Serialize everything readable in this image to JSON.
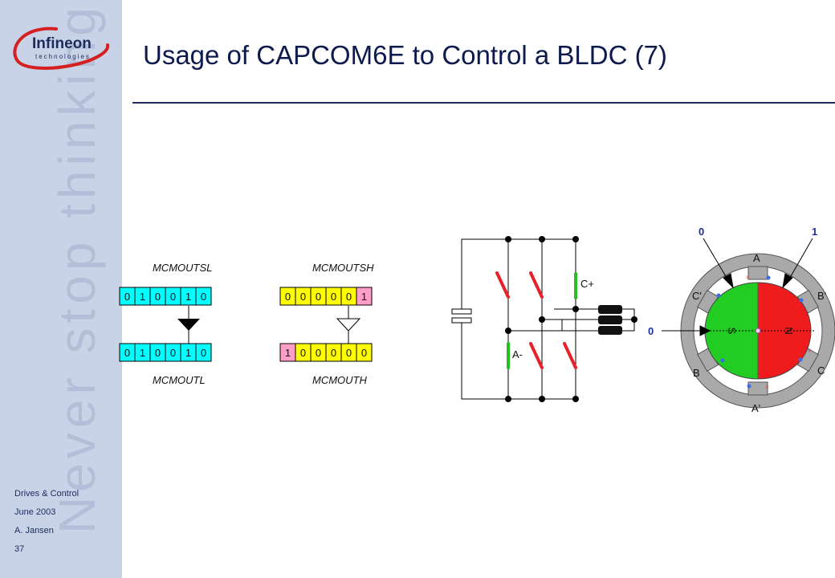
{
  "colors": {
    "sidebar_bg": "#c9d3e8",
    "title_color": "#0d1a4d",
    "register_cyan": "#00ffff",
    "register_yellow": "#ffff00",
    "register_pink": "#ff9ec8",
    "switch_red": "#e8202a",
    "switch_green": "#22c020",
    "rotor_green": "#22cc22",
    "rotor_red": "#ee1c1c",
    "arrow_blue": "#1a2fa0"
  },
  "sidebar": {
    "logo": {
      "brand": "Infineon",
      "tagline": "technologies"
    },
    "slogan": "Never stop thinking",
    "footer": {
      "department": "Drives & Control",
      "date": "June 2003",
      "author": "A. Jansen",
      "page": "37"
    }
  },
  "title": "Usage of CAPCOM6E to Control a BLDC (7)",
  "registers": {
    "mcmoutsl": {
      "label": "MCMOUTSL",
      "bits": [
        "0",
        "1",
        "0",
        "0",
        "1",
        "0"
      ]
    },
    "mcmoutl": {
      "label": "MCMOUTL",
      "bits": [
        "0",
        "1",
        "0",
        "0",
        "1",
        "0"
      ]
    },
    "mcmoutsh": {
      "label": "MCMOUTSH",
      "bits": [
        "0",
        "0",
        "0",
        "0",
        "0",
        "1"
      ]
    },
    "mcmouth": {
      "label": "MCMOUTH",
      "bits": [
        "1",
        "0",
        "0",
        "0",
        "0",
        "0"
      ]
    }
  },
  "inverter": {
    "labels": {
      "c_plus": "C+",
      "a_minus": "A-"
    }
  },
  "motor": {
    "hall_inputs": {
      "left_top": "0",
      "right_top": "1",
      "left_mid": "0"
    },
    "phases": {
      "a": "A",
      "a_prime": "A'",
      "b": "B",
      "b_prime": "B'",
      "c": "C",
      "c_prime": "C'"
    },
    "poles": {
      "south": "S",
      "north": "N"
    }
  }
}
